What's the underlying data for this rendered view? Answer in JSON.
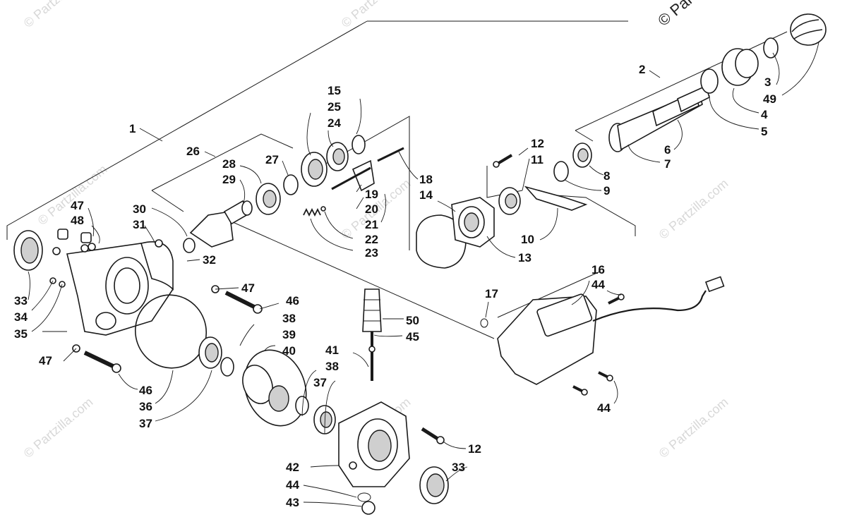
{
  "copyright": "© Partzilla.com",
  "watermark": "© Partzilla.com",
  "callouts": [
    "1",
    "2",
    "3",
    "4",
    "5",
    "6",
    "7",
    "8",
    "9",
    "10",
    "11",
    "12",
    "12",
    "13",
    "14",
    "15",
    "16",
    "17",
    "18",
    "19",
    "20",
    "21",
    "22",
    "23",
    "24",
    "25",
    "26",
    "27",
    "28",
    "29",
    "30",
    "31",
    "32",
    "33",
    "33",
    "34",
    "35",
    "36",
    "37",
    "37",
    "38",
    "38",
    "39",
    "40",
    "41",
    "42",
    "43",
    "44",
    "44",
    "44",
    "45",
    "46",
    "46",
    "47",
    "47",
    "47",
    "48",
    "49",
    "50"
  ]
}
